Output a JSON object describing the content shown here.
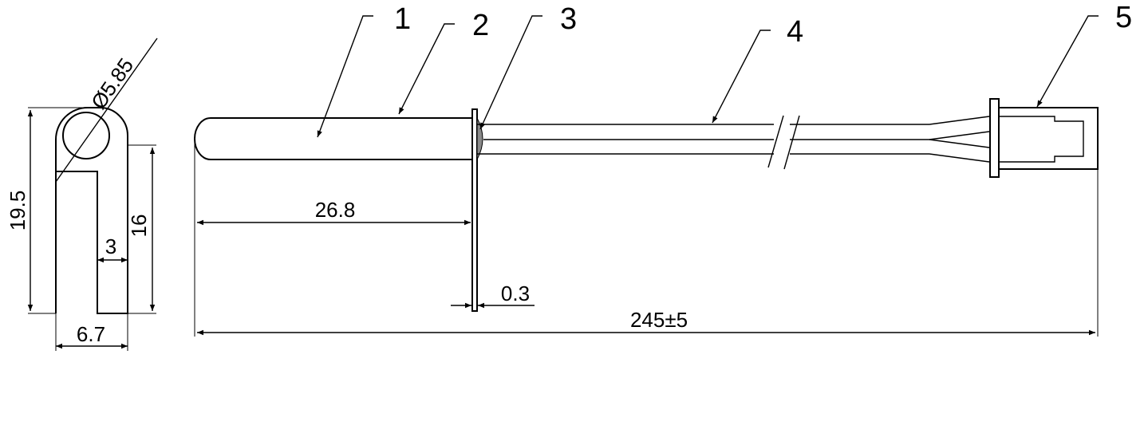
{
  "callouts": [
    "1",
    "2",
    "3",
    "4",
    "5"
  ],
  "dimensions": {
    "diameter": "Ø5.85",
    "height_total": "19.5",
    "height_slot": "16",
    "slot_width": "3",
    "clip_width": "6.7",
    "probe_length": "26.8",
    "plate_thickness": "0.3",
    "overall_length": "245±5"
  }
}
